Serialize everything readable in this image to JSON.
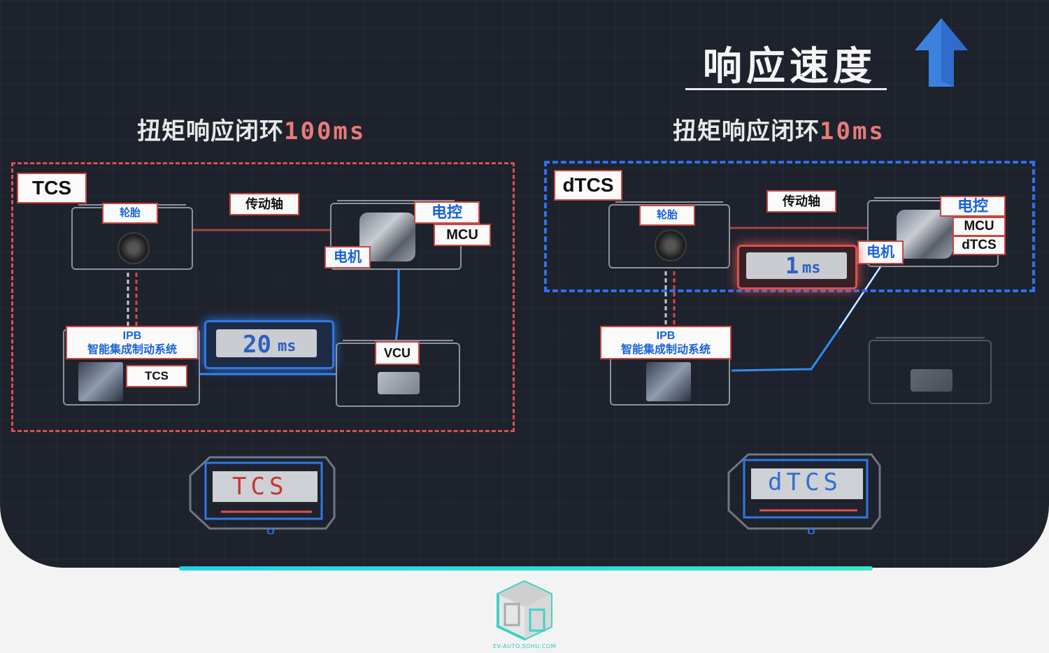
{
  "header": {
    "title": "响应速度"
  },
  "left": {
    "title_prefix": "扭矩响应闭环",
    "title_value": "100ms",
    "system_tag": "TCS",
    "tire": "轮胎",
    "shaft": "传动轴",
    "ecu": "电控",
    "mcu": "MCU",
    "motor": "电机",
    "ipb_line1": "IPB",
    "ipb_line2": "智能集成制动系统",
    "ipb_tcs": "TCS",
    "latency_num": "20",
    "latency_unit": "ms",
    "vcu": "VCU",
    "button": "TCS"
  },
  "right": {
    "title_prefix": "扭矩响应闭环",
    "title_value": "10ms",
    "system_tag": "dTCS",
    "tire": "轮胎",
    "shaft": "传动轴",
    "ecu": "电控",
    "mcu": "MCU",
    "dtcs": "dTCS",
    "motor": "电机",
    "ipb_line1": "IPB",
    "ipb_line2": "智能集成制动系统",
    "latency_num": "1",
    "latency_unit": "ms",
    "button": "dTCS"
  },
  "footer": {
    "logo_text": "EV-AUTO.SOHU.COM"
  },
  "colors": {
    "accent_red": "#d9514e",
    "accent_blue": "#2f6ff0",
    "bar": "#1fd3e8",
    "arrow": "#3b82e0"
  }
}
